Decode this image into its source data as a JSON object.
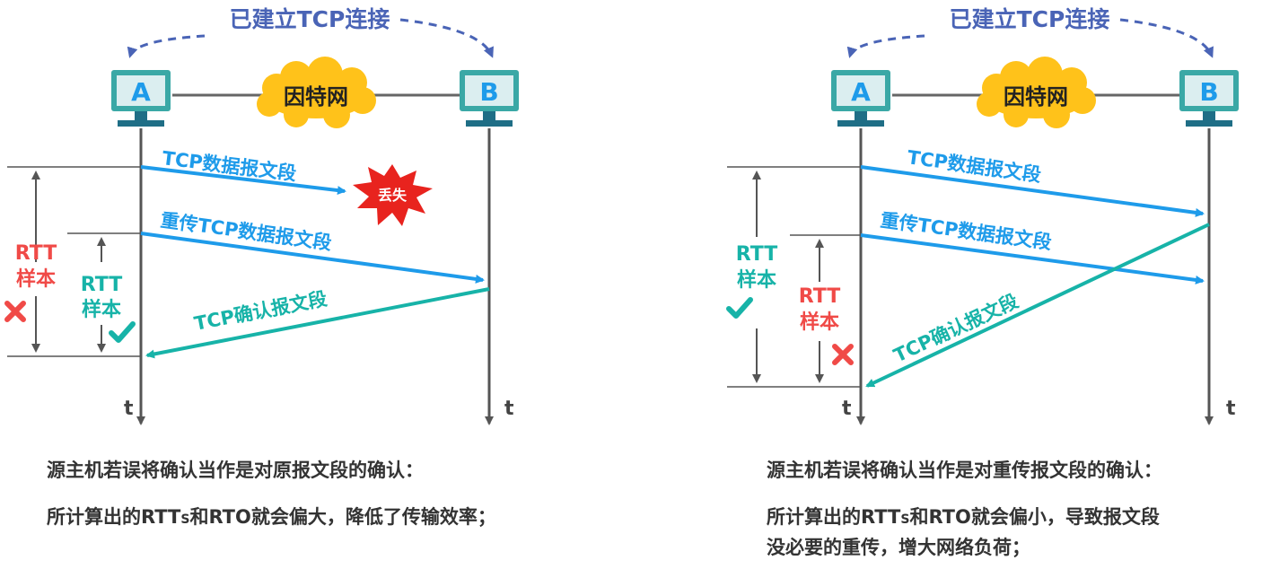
{
  "colors": {
    "blue": "#1e9bea",
    "teal": "#17b3a8",
    "red": "#f04a47",
    "terminal": "#3aa8a6",
    "cloud": "#ffc21a",
    "dashed": "#4a64b6",
    "axis": "#555555"
  },
  "left_panel": {
    "connection_label": "已建立TCP连接",
    "host_a": "A",
    "host_b": "B",
    "internet_label": "因特网",
    "seg1_label": "TCP数据报文段",
    "lost_label": "丢失",
    "retransmit_label": "重传TCP数据报文段",
    "ack_label": "TCP确认报文段",
    "rtt_wrong_line1": "RTT",
    "rtt_wrong_line2": "样本",
    "rtt_right_line1": "RTT",
    "rtt_right_line2": "样本",
    "time_a": "t",
    "time_b": "t",
    "caption_line1": "源主机若误将确认当作是对原报文段的确认：",
    "caption_line2_pre": "所计算出的RTT",
    "caption_line2_sub": "S",
    "caption_line2_post": "和RTO就会偏大，降低了传输效率；"
  },
  "right_panel": {
    "connection_label": "已建立TCP连接",
    "host_a": "A",
    "host_b": "B",
    "internet_label": "因特网",
    "seg1_label": "TCP数据报文段",
    "retransmit_label": "重传TCP数据报文段",
    "ack_label": "TCP确认报文段",
    "rtt_right_line1": "RTT",
    "rtt_right_line2": "样本",
    "rtt_wrong_line1": "RTT",
    "rtt_wrong_line2": "样本",
    "time_a": "t",
    "time_b": "t",
    "caption_line1": "源主机若误将确认当作是对重传报文段的确认：",
    "caption_line2_pre": "所计算出的RTT",
    "caption_line2_sub": "S",
    "caption_line2_post": "和RTO就会偏小，导致报文段",
    "caption_line3": "没必要的重传，增大网络负荷；"
  }
}
